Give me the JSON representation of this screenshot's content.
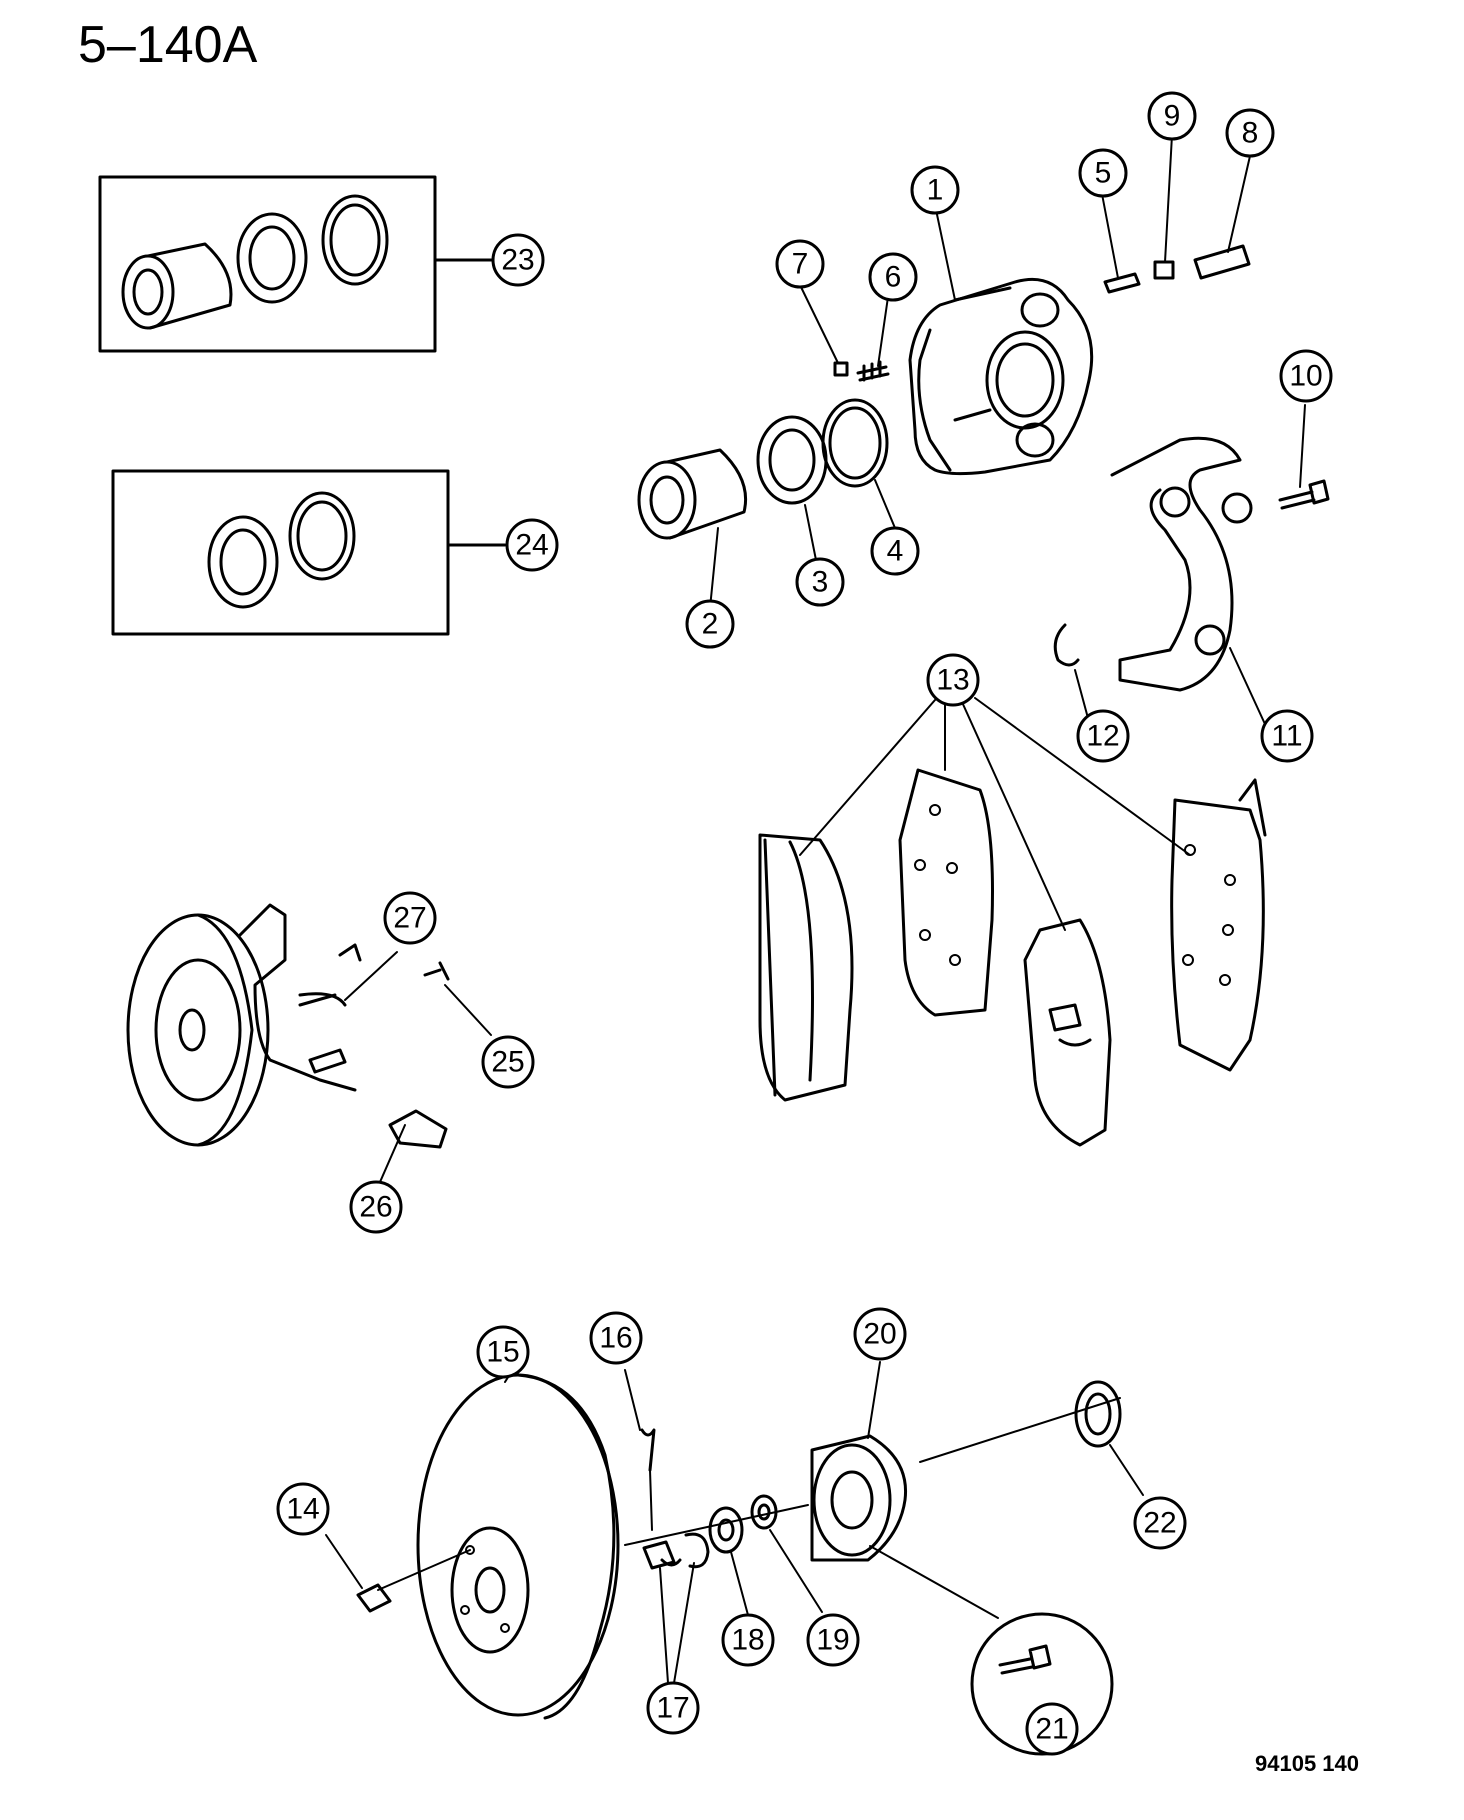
{
  "page_code": "5–140A",
  "figure_ref": "94105  140",
  "callouts": [
    "1",
    "2",
    "3",
    "4",
    "5",
    "6",
    "7",
    "8",
    "9",
    "10",
    "11",
    "12",
    "13",
    "14",
    "15",
    "16",
    "17",
    "18",
    "19",
    "20",
    "21",
    "22",
    "23",
    "24",
    "25",
    "26",
    "27"
  ]
}
